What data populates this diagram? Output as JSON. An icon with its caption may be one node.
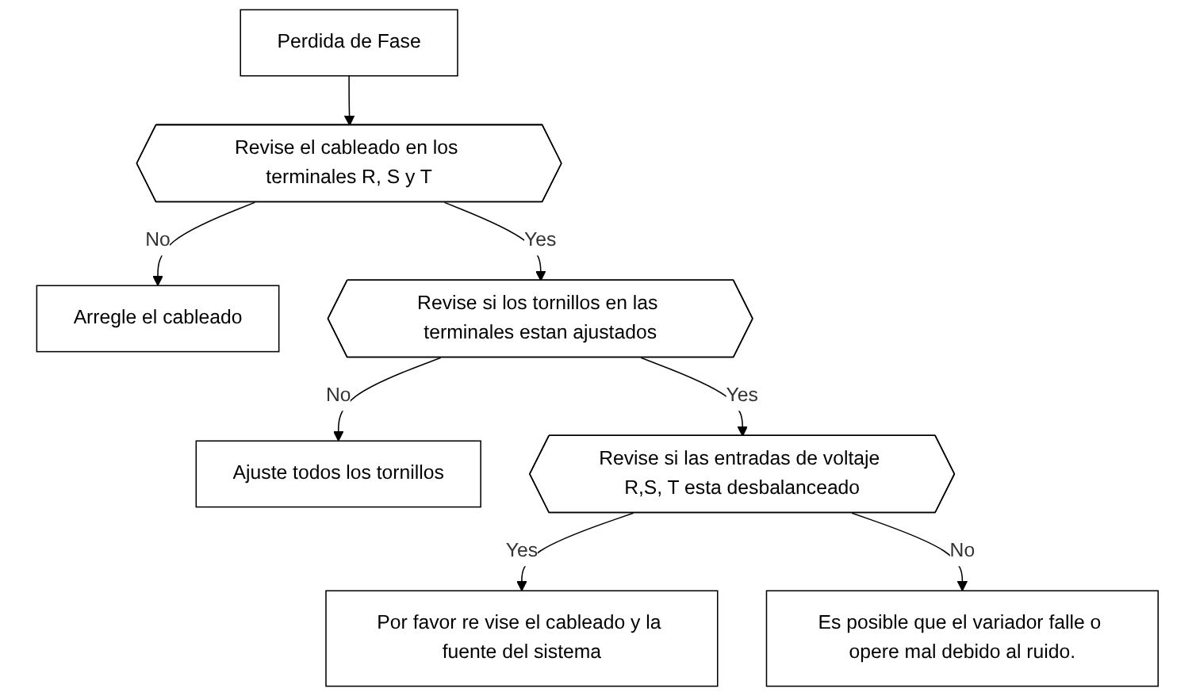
{
  "diagram": {
    "nodes": [
      {
        "text": [
          "Perdida de Fase"
        ]
      },
      {
        "text": [
          "Revise el cableado en los terminales R, S y T"
        ]
      },
      {
        "text": [
          "Arregle el cableado"
        ]
      },
      {
        "text": [
          "Revise si los tornillos en las terminales estan ajustados"
        ]
      },
      {
        "text": [
          "Ajuste todos los tornillos"
        ]
      },
      {
        "text": [
          "Revise si las entradas de voltaje R,S, T esta desbalanceado"
        ]
      },
      {
        "text": [
          "Por favor re vise el cableado y la fuente del sistema"
        ]
      },
      {
        "text": [
          "Es posible que el variador falle o opere mal debido al ruido."
        ]
      }
    ],
    "edges": [
      {
        "from": 0,
        "to": 1,
        "arrow": "to"
      },
      {
        "from": 1,
        "to": 2,
        "arrow": "to",
        "label": "No"
      },
      {
        "from": 1,
        "to": 3,
        "arrow": "to",
        "label": "Yes"
      },
      {
        "from": 3,
        "to": 4,
        "arrow": "to",
        "label": "No"
      },
      {
        "from": 3,
        "to": 5,
        "arrow": "to",
        "label": "Yes"
      },
      {
        "from": 5,
        "to": 6,
        "arrow": "to",
        "label": "Yes"
      },
      {
        "from": 5,
        "to": 7,
        "arrow": "to",
        "label": "No"
      }
    ]
  }
}
